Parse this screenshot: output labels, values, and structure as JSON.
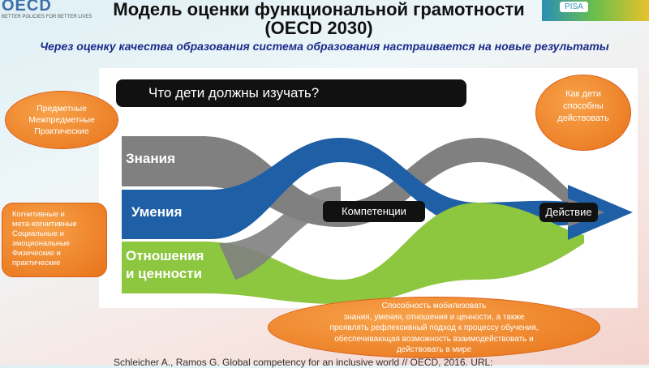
{
  "header": {
    "logo_text": "OECD",
    "logo_tagline": "BETTER POLICIES FOR BETTER LIVES",
    "pisa_logo": "PISA",
    "title": "Модель оценки функциональной грамотности (OECD 2030)",
    "subtitle": "Через оценку качества образования система образования настраивается на новые результаты"
  },
  "diagram": {
    "question": "Что дети должны изучать?",
    "bands": [
      {
        "label": "Знания",
        "color": "#808080"
      },
      {
        "label": "Умения",
        "color": "#1f5fa6"
      },
      {
        "label_line1": "Отношения",
        "label_line2": "и ценности",
        "color": "#8dc63f"
      }
    ],
    "competencies": "Компетенции",
    "action": "Действие",
    "bubble_subject": [
      "Предметные",
      "Межпредметные",
      "Практические"
    ],
    "bubble_skills": [
      "Когнитивные и",
      "мета-когнитивные",
      "Социальные и",
      "эмоциональные",
      "Физические и",
      "практические"
    ],
    "bubble_action": [
      "Как дети",
      "способны",
      "действовать"
    ],
    "bubble_definition": [
      "Способность мобилизовать",
      "знания, умения, отношения и ценности, а также",
      "проявлять  рефлексивный подход к процессу обучения,",
      "обеспечивающая возможность взаимодействовать  и",
      "действовать в мире"
    ],
    "accent": "#e8731a"
  },
  "footer": {
    "citation": "Schleicher A., Ramos G. Global competency for an inclusive world // OECD, 2016. URL:"
  }
}
